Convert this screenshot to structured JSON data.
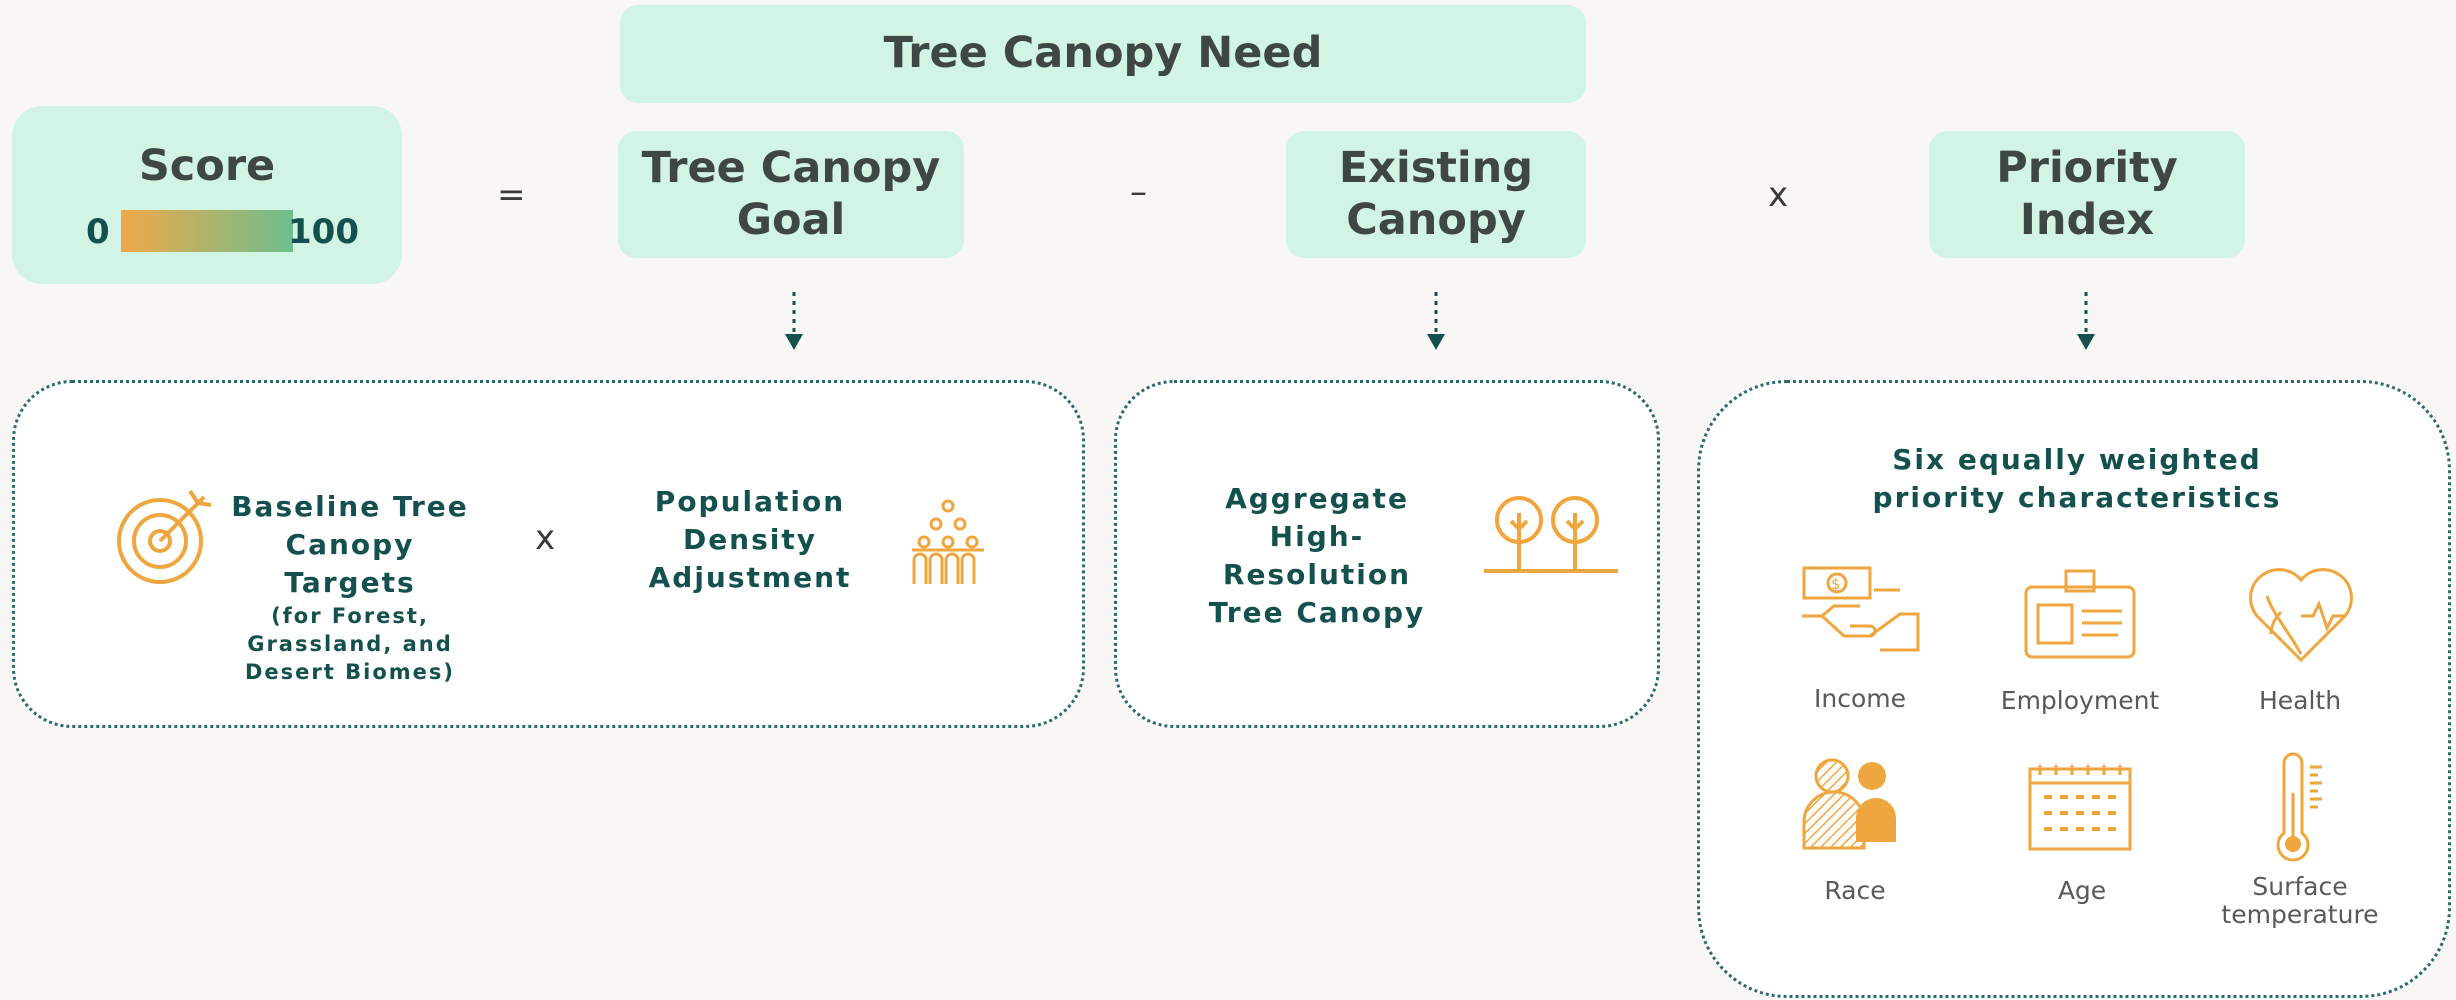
{
  "header": {
    "title": "Tree Canopy Need"
  },
  "score": {
    "title": "Score",
    "min": "0",
    "max": "100",
    "gradient_start": "#f0a84a",
    "gradient_end": "#6dbf8e"
  },
  "formula": {
    "equals": "=",
    "minus": "–",
    "times": "x",
    "goal_line1": "Tree Canopy",
    "goal_line2": "Goal",
    "existing_line1": "Existing",
    "existing_line2": "Canopy",
    "priority_line1": "Priority",
    "priority_line2": "Index"
  },
  "goal_detail": {
    "baseline_line1": "Baseline Tree",
    "baseline_line2": "Canopy Targets",
    "baseline_sub1": "(for Forest,",
    "baseline_sub2": "Grassland, and",
    "baseline_sub3": "Desert Biomes)",
    "times": "x",
    "pop_line1": "Population",
    "pop_line2": "Density",
    "pop_line3": "Adjustment"
  },
  "existing_detail": {
    "line1": "Aggregate",
    "line2": "High-Resolution",
    "line3": "Tree Canopy"
  },
  "priority_detail": {
    "title_line1": "Six equally weighted",
    "title_line2": "priority characteristics",
    "items": [
      {
        "label": "Income",
        "icon": "income-icon"
      },
      {
        "label": "Employment",
        "icon": "employment-icon"
      },
      {
        "label": "Health",
        "icon": "health-icon"
      },
      {
        "label": "Race",
        "icon": "race-icon"
      },
      {
        "label": "Age",
        "icon": "age-icon"
      },
      {
        "label": "Surface",
        "label2": "temperature",
        "icon": "thermometer-icon"
      }
    ]
  },
  "colors": {
    "mint": "#d2f4e5",
    "teal": "#13504e",
    "orange": "#f0a63e",
    "border": "#2b6b68"
  }
}
